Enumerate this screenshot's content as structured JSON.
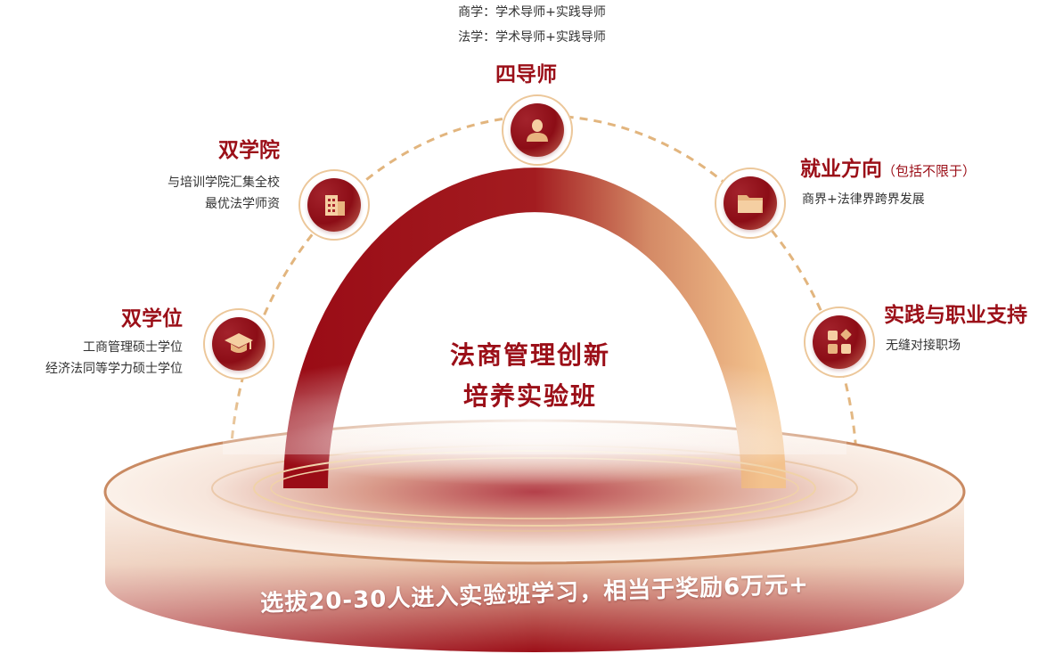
{
  "colors": {
    "brand_red": "#9b0f18",
    "gold": "#ecc79a",
    "text": "#333333"
  },
  "center": {
    "line1": "法商管理创新",
    "line2": "培养实验班"
  },
  "slogan": "选拔20-30人进入实验班学习，相当于奖励6万元+",
  "nodes": [
    {
      "key": "double-degree",
      "icon": "graduation-cap-icon",
      "title": "双学位",
      "desc": [
        "工商管理硕士学位",
        "经济法同等学力硕士学位"
      ]
    },
    {
      "key": "double-college",
      "icon": "building-icon",
      "title": "双学院",
      "desc": [
        "与培训学院汇集全校",
        "最优法学师资"
      ]
    },
    {
      "key": "four-mentors",
      "icon": "person-icon",
      "title": "四导师",
      "desc": [
        "商学：学术导师+实践导师",
        "法学：学术导师+实践导师"
      ]
    },
    {
      "key": "career",
      "icon": "folder-icon",
      "title": "就业方向",
      "title_note": "（包括不限于）",
      "desc": [
        "商界+法律界跨界发展"
      ]
    },
    {
      "key": "practice",
      "icon": "apps-icon",
      "title": "实践与职业支持",
      "desc": [
        "无缝对接职场"
      ]
    }
  ]
}
